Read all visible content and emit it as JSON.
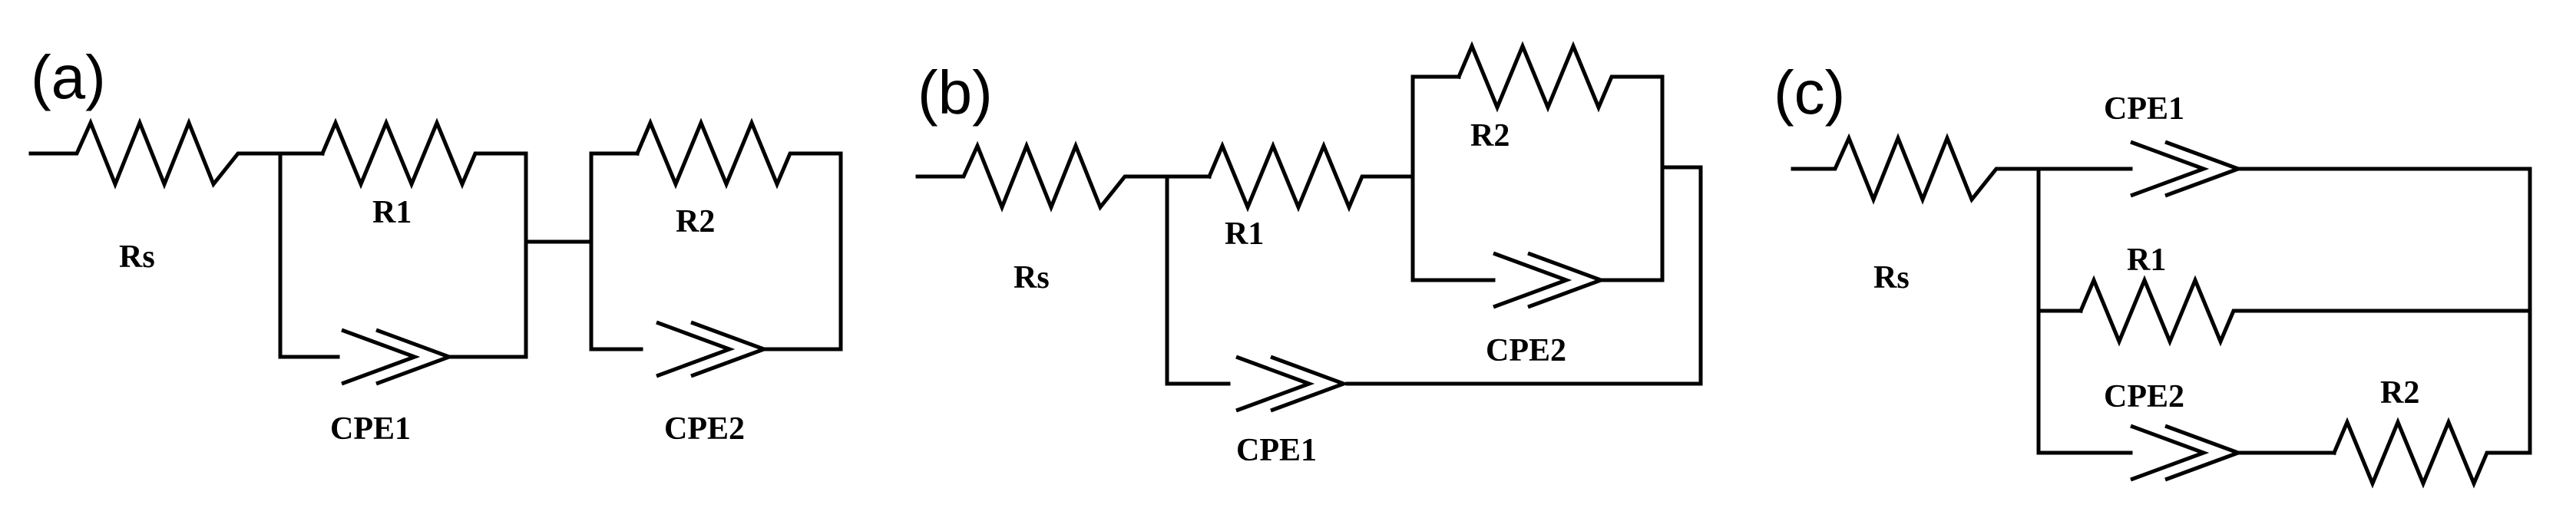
{
  "panels": {
    "a": {
      "tag": "(a)",
      "labels": {
        "rs": "Rs",
        "r1": "R1",
        "r2": "R2",
        "cpe1": "CPE1",
        "cpe2": "CPE2"
      }
    },
    "b": {
      "tag": "(b)",
      "labels": {
        "rs": "Rs",
        "r1": "R1",
        "r2": "R2",
        "cpe1": "CPE1",
        "cpe2": "CPE2"
      }
    },
    "c": {
      "tag": "(c)",
      "labels": {
        "rs": "Rs",
        "r1": "R1",
        "r2": "R2",
        "cpe1": "CPE1",
        "cpe2": "CPE2"
      }
    }
  }
}
